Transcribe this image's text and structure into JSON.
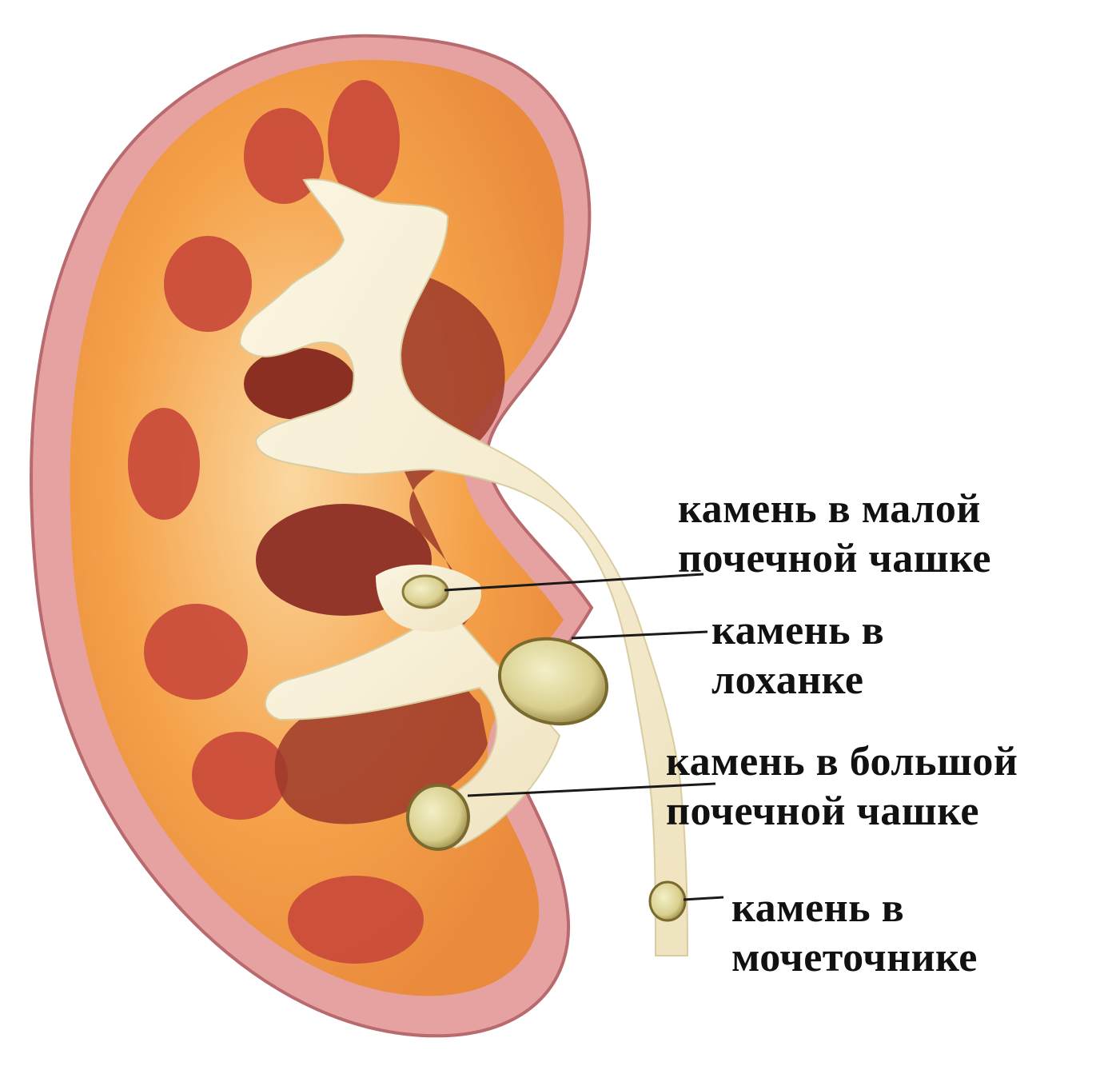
{
  "labels": {
    "minor_calyx": {
      "line1": "камень в малой",
      "line2": "почечной чашке"
    },
    "pelvis": {
      "line1": "камень в",
      "line2": "лоханке"
    },
    "major_calyx": {
      "line1": "камень в большой",
      "line2": "почечной чашке"
    },
    "ureter": {
      "line1": "камень в",
      "line2": "мочеточнике"
    }
  },
  "colors": {
    "capsule": "#d98a8e",
    "capsule_light": "#f3c7c2",
    "cortex": "#f5a24a",
    "cortex_light": "#f9c98a",
    "pyramid": "#c94a3a",
    "sinus": "#9c3a2a",
    "pelvis": "#f7efd6",
    "stone": "#d9cf8e",
    "stone_dark": "#8c7a3a",
    "leader": "#1a1a1a",
    "text": "#111111"
  }
}
